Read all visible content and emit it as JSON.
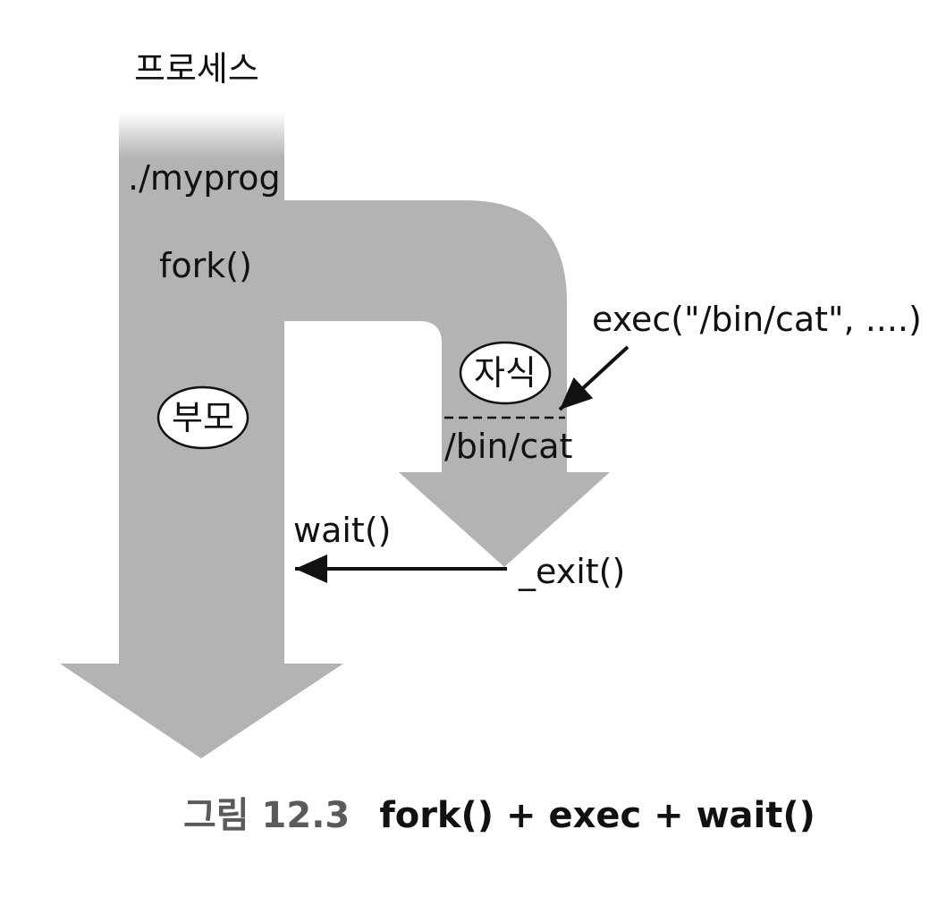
{
  "diagram": {
    "process_label": "프로세스",
    "start_label": "./myprog",
    "fork_label": "fork()",
    "parent_label": "부모",
    "child_label": "자식",
    "exec_label": "exec(\"/bin/cat\", ....)",
    "child_program_label": "/bin/cat",
    "wait_label": "wait()",
    "exit_label": "_exit()"
  },
  "caption": {
    "number": "그림 12.3",
    "title": "fork() + exec + wait()"
  },
  "colors": {
    "flow": "#b2b3b3",
    "arrow": "#111111",
    "ellipse_fill": "#ffffff"
  }
}
